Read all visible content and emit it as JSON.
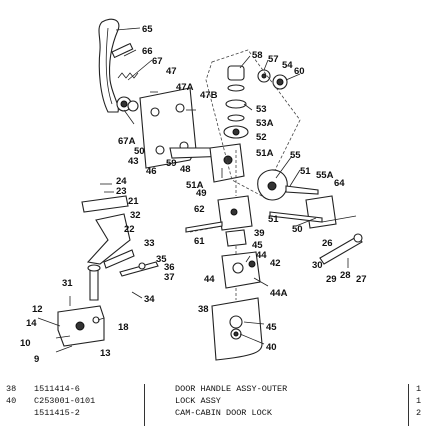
{
  "callouts": [
    "65",
    "66",
    "67",
    "47",
    "47A",
    "47B",
    "58",
    "57",
    "54",
    "60",
    "53",
    "53A",
    "52",
    "67A",
    "50",
    "43",
    "46",
    "59",
    "48",
    "51A",
    "51A",
    "49",
    "55",
    "51",
    "55A",
    "64",
    "24",
    "23",
    "21",
    "32",
    "22",
    "33",
    "35",
    "36",
    "37",
    "31",
    "34",
    "62",
    "39",
    "61",
    "45",
    "44",
    "42",
    "44",
    "44A",
    "50",
    "26",
    "30",
    "29",
    "28",
    "27",
    "51",
    "38",
    "45",
    "40",
    "12",
    "14",
    "18",
    "10",
    "9",
    "13"
  ],
  "parts_list": [
    {
      "ref": "38",
      "part_number": "1511414-6",
      "description": "DOOR HANDLE ASSY-OUTER",
      "qty": "1"
    },
    {
      "ref": "40",
      "part_number": "C253001-0101",
      "description": "LOCK ASSY",
      "qty": "1"
    },
    {
      "ref": "",
      "part_number": "1511415-2",
      "description": "CAM-CABIN DOOR LOCK",
      "qty": "2"
    }
  ]
}
